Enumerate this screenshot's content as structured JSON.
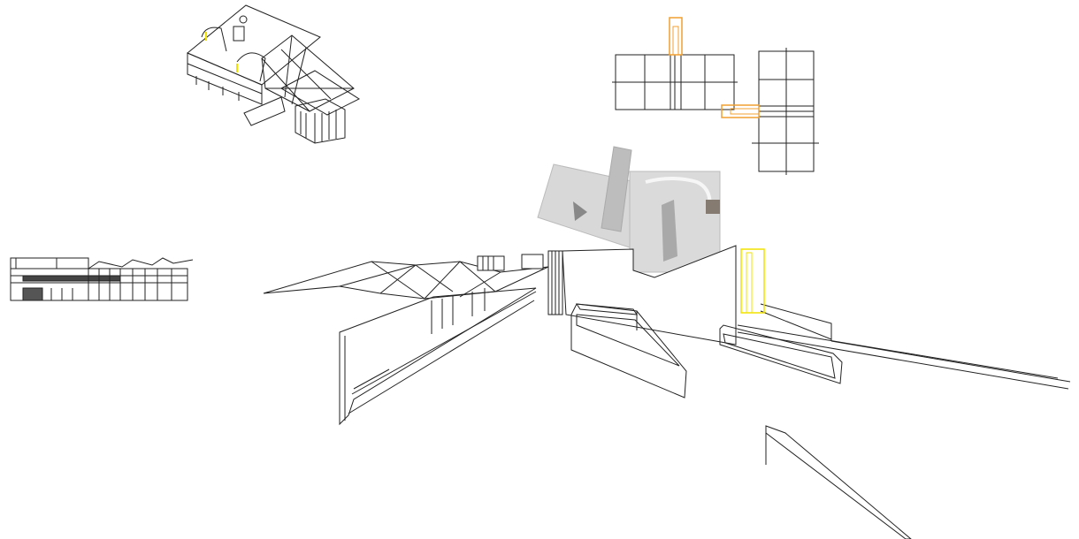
{
  "colors": {
    "background": "#ffffff",
    "line": "#222222",
    "highlight_orange": "#f0a030",
    "highlight_yellow": "#f2e200",
    "plan_fill": "#d6d6d6",
    "plan_dark": "#857b70",
    "plan_light": "#e9e9e9"
  },
  "icons": {
    "isometric": "isometric-building-drawing",
    "elevation": "elevation-drawing",
    "plan": "floor-plan-drawing",
    "perspective": "perspective-drawing"
  }
}
